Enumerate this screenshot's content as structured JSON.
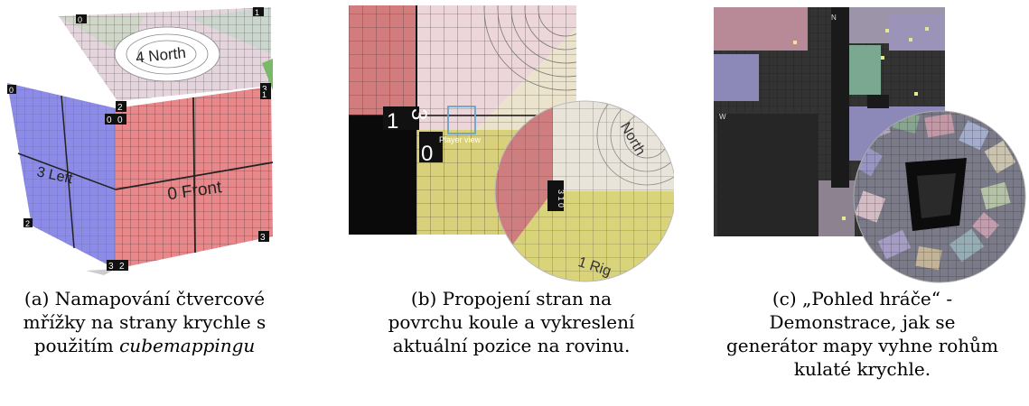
{
  "figures": [
    {
      "face_labels": {
        "top": "4 North",
        "left": "3 Left",
        "front": "0 Front"
      },
      "corner_numbers": [
        "0",
        "1",
        "2",
        "3",
        "0",
        "1",
        "2",
        "3",
        "2",
        "3",
        "2"
      ],
      "caption": {
        "prefix": "(a) Namapování čtvercové",
        "line2": "mřížky na strany krychle s",
        "line3_plain": "použitím ",
        "line3_em": "cubemappingu"
      }
    },
    {
      "player_label": "Player view",
      "map_digits": [
        "1",
        "3",
        "0"
      ],
      "sphere_labels": {
        "north": "North",
        "right": "1 Rig",
        "side_digits": "3 1 0"
      },
      "caption": {
        "prefix": "(b) Propojení stran na",
        "line2": "povrchu koule a vykreslení",
        "line3": "aktuální pozice na rovinu."
      }
    },
    {
      "compass": {
        "n": "N",
        "w": "W"
      },
      "caption": {
        "prefix": "(c) „Pohled hráče“ -",
        "line2": "Demonstrace, jak se",
        "line3": "generátor mapy vyhne rohům",
        "line4": "kulaté krychle."
      }
    }
  ],
  "colors": {
    "front": "#e8888a",
    "left": "#8c8ce8",
    "top": "#e8d8dc",
    "yellow": "#d9d47a",
    "pink": "#d89a9c",
    "dark": "#1c1c1c",
    "grid": "#222222"
  }
}
